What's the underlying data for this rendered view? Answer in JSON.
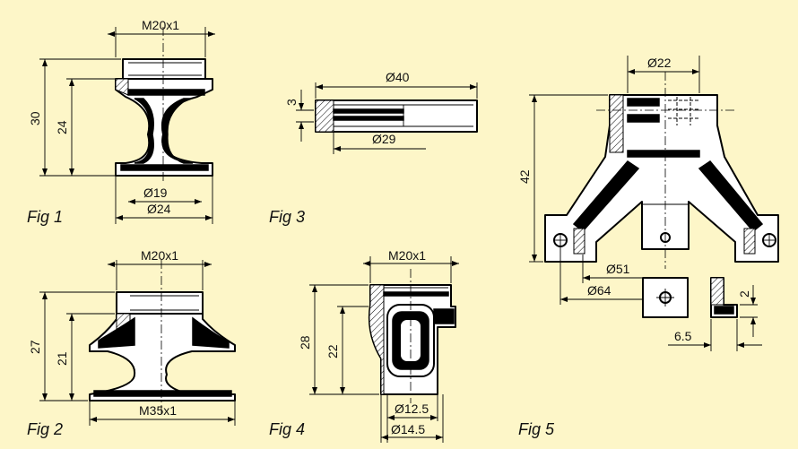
{
  "background": "#fdf6c8",
  "figures": {
    "fig1": {
      "caption": "Fig 1",
      "top_dim": "M20x1",
      "height_overall": "30",
      "height_inner": "24",
      "dia_small": "Ø19",
      "dia_large": "Ø24"
    },
    "fig2": {
      "caption": "Fig 2",
      "top_dim": "M20x1",
      "bottom_dim": "M35x1",
      "height_overall": "27",
      "height_inner": "21"
    },
    "fig3": {
      "caption": "Fig 3",
      "dia_outer": "Ø40",
      "dia_inner": "Ø29",
      "thickness": "3"
    },
    "fig4": {
      "caption": "Fig 4",
      "top_dim": "M20x1",
      "height_overall": "28",
      "height_inner": "22",
      "dia_small": "Ø12.5",
      "dia_large": "Ø14.5"
    },
    "fig5": {
      "caption": "Fig 5",
      "top_dia": "Ø22",
      "height": "42",
      "dia_inner": "Ø51",
      "dia_outer": "Ø64",
      "detail_height": "2",
      "detail_width": "6.5"
    }
  }
}
